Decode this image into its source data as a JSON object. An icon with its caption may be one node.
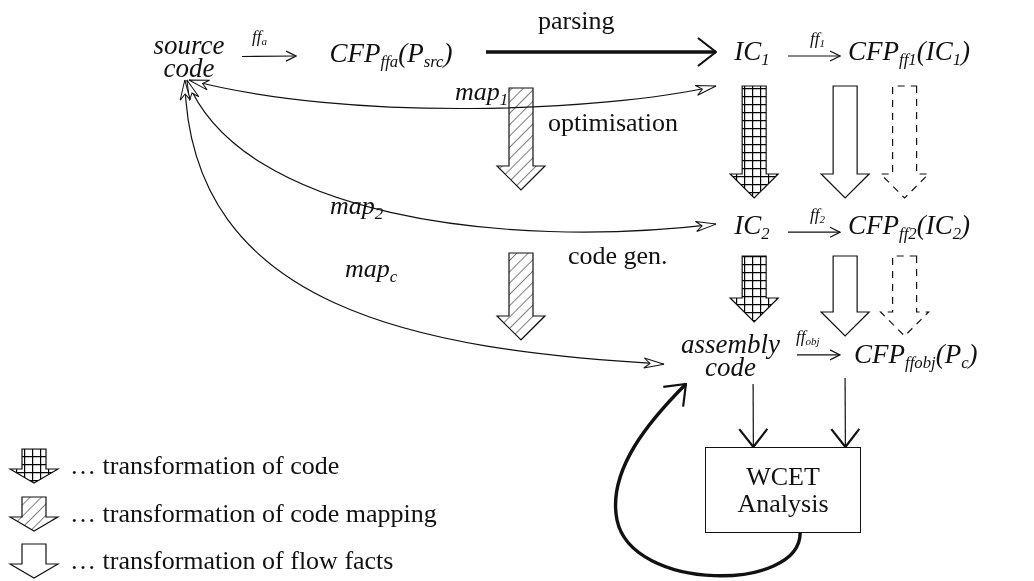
{
  "diagram": {
    "nodes": [
      {
        "text": [
          "source code"
        ]
      },
      {
        "text": [
          "CFP$_{ffa}$(P$_{src}$)"
        ]
      },
      {
        "text": [
          "IC$_{1}$"
        ]
      },
      {
        "text": [
          "CFP$_{ff1}$(IC$_{1}$)"
        ]
      },
      {
        "text": [
          "IC$_{2}$"
        ]
      },
      {
        "text": [
          "CFP$_{ff2}$(IC$_{2}$)"
        ]
      },
      {
        "text": [
          "assembly code"
        ]
      },
      {
        "text": [
          "CFP$_{ffobj}$(P$_{c}$)"
        ]
      },
      {
        "text": [
          "WCET Analysis"
        ]
      }
    ],
    "edges": [
      {
        "from": 0,
        "to": 1,
        "arrow": "to",
        "label": "ff$_{a}$"
      },
      {
        "from": 1,
        "to": 2,
        "arrow": "to",
        "label": "parsing",
        "style": "thick"
      },
      {
        "from": 0,
        "to": 2,
        "arrow": "both",
        "label": "map$_{1}$"
      },
      {
        "from": 2,
        "to": 3,
        "arrow": "to",
        "label": "ff$_{1}$"
      },
      {
        "from": 2,
        "to": 4,
        "arrow": "to"
      },
      {
        "from": 3,
        "to": 5,
        "arrow": "to"
      },
      {
        "from": 3,
        "to": 5,
        "arrow": "to",
        "style": "dashed"
      },
      {
        "from": 0,
        "to": 4,
        "arrow": "both",
        "label": "map$_{2}$"
      },
      {
        "from": 4,
        "to": 5,
        "arrow": "to",
        "label": "ff$_{2}$"
      },
      {
        "from": 4,
        "to": 6,
        "arrow": "to"
      },
      {
        "from": 5,
        "to": 7,
        "arrow": "to"
      },
      {
        "from": 5,
        "to": 7,
        "arrow": "to",
        "style": "dashed"
      },
      {
        "from": 0,
        "to": 6,
        "arrow": "both",
        "label": "map$_{c}$"
      },
      {
        "from": 6,
        "to": 7,
        "arrow": "to",
        "label": "ff$_{obj}$"
      },
      {
        "from": 6,
        "to": 8,
        "arrow": "to"
      },
      {
        "from": 7,
        "to": 8,
        "arrow": "to"
      },
      {
        "from": 8,
        "to": 6,
        "arrow": "to",
        "style": "thick"
      }
    ],
    "labels": [
      "optimisation",
      "code gen."
    ],
    "legend": [
      {
        "text": "… transformation of code"
      },
      {
        "text": "… transformation of code mapping"
      },
      {
        "text": "… transformation of flow facts"
      }
    ]
  }
}
